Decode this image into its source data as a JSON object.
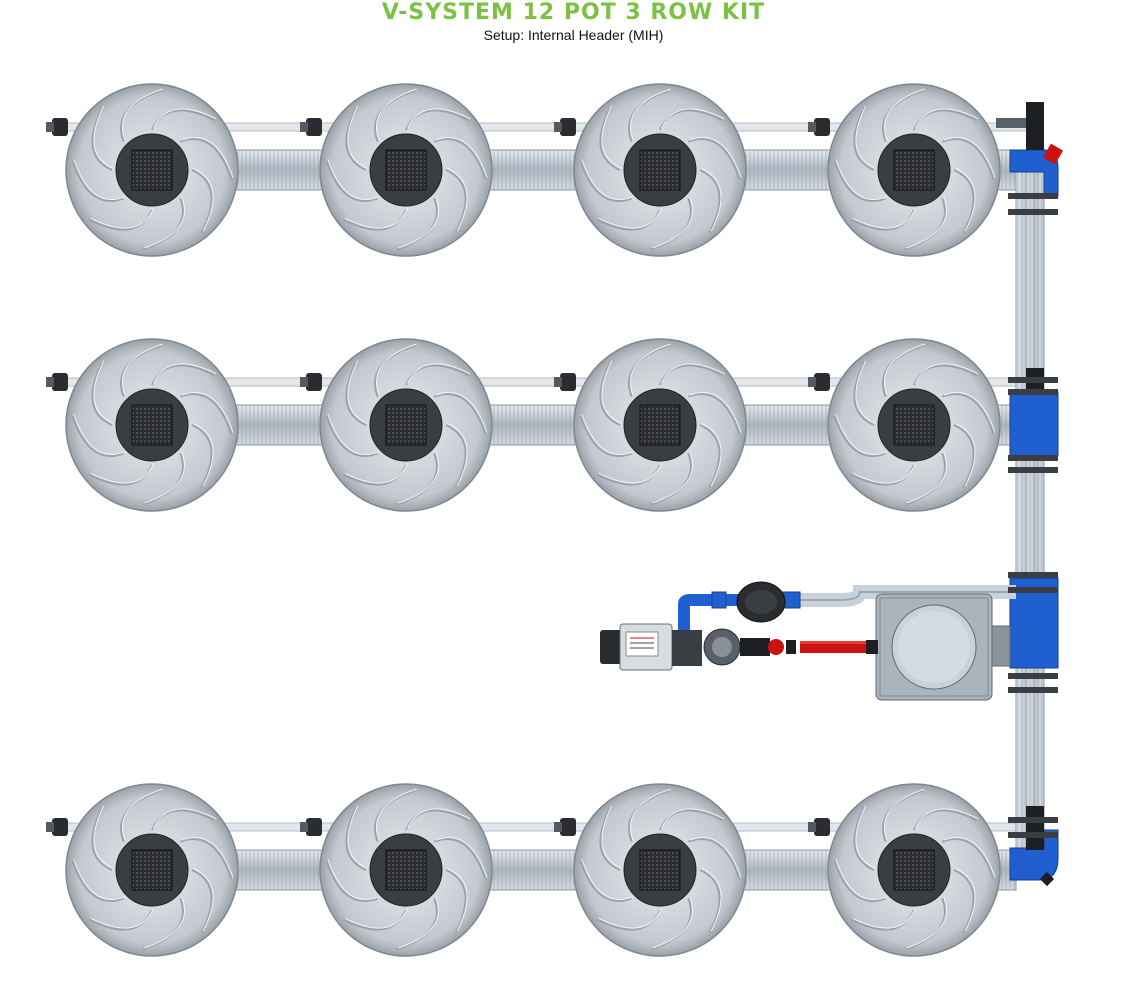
{
  "header": {
    "title": "V-SYSTEM 12 POT 3 ROW KIT",
    "subtitle": "Setup: Internal Header (MIH)"
  },
  "layout_info": {
    "rows": 3,
    "pots_per_row": 4,
    "total_pots": 12
  },
  "colors": {
    "title": "#7cc242",
    "pot_body": "#c9ced4",
    "pot_center": "#3a3d42",
    "pipe_blue": "#1f5fd0",
    "pipe_red": "#cc1111",
    "reservoir": "#aab4bd"
  },
  "icons": {
    "pot": "pot-icon",
    "reservoir": "reservoir-icon",
    "pump": "pump-icon",
    "filter": "filter-icon",
    "valve": "valve-icon"
  }
}
